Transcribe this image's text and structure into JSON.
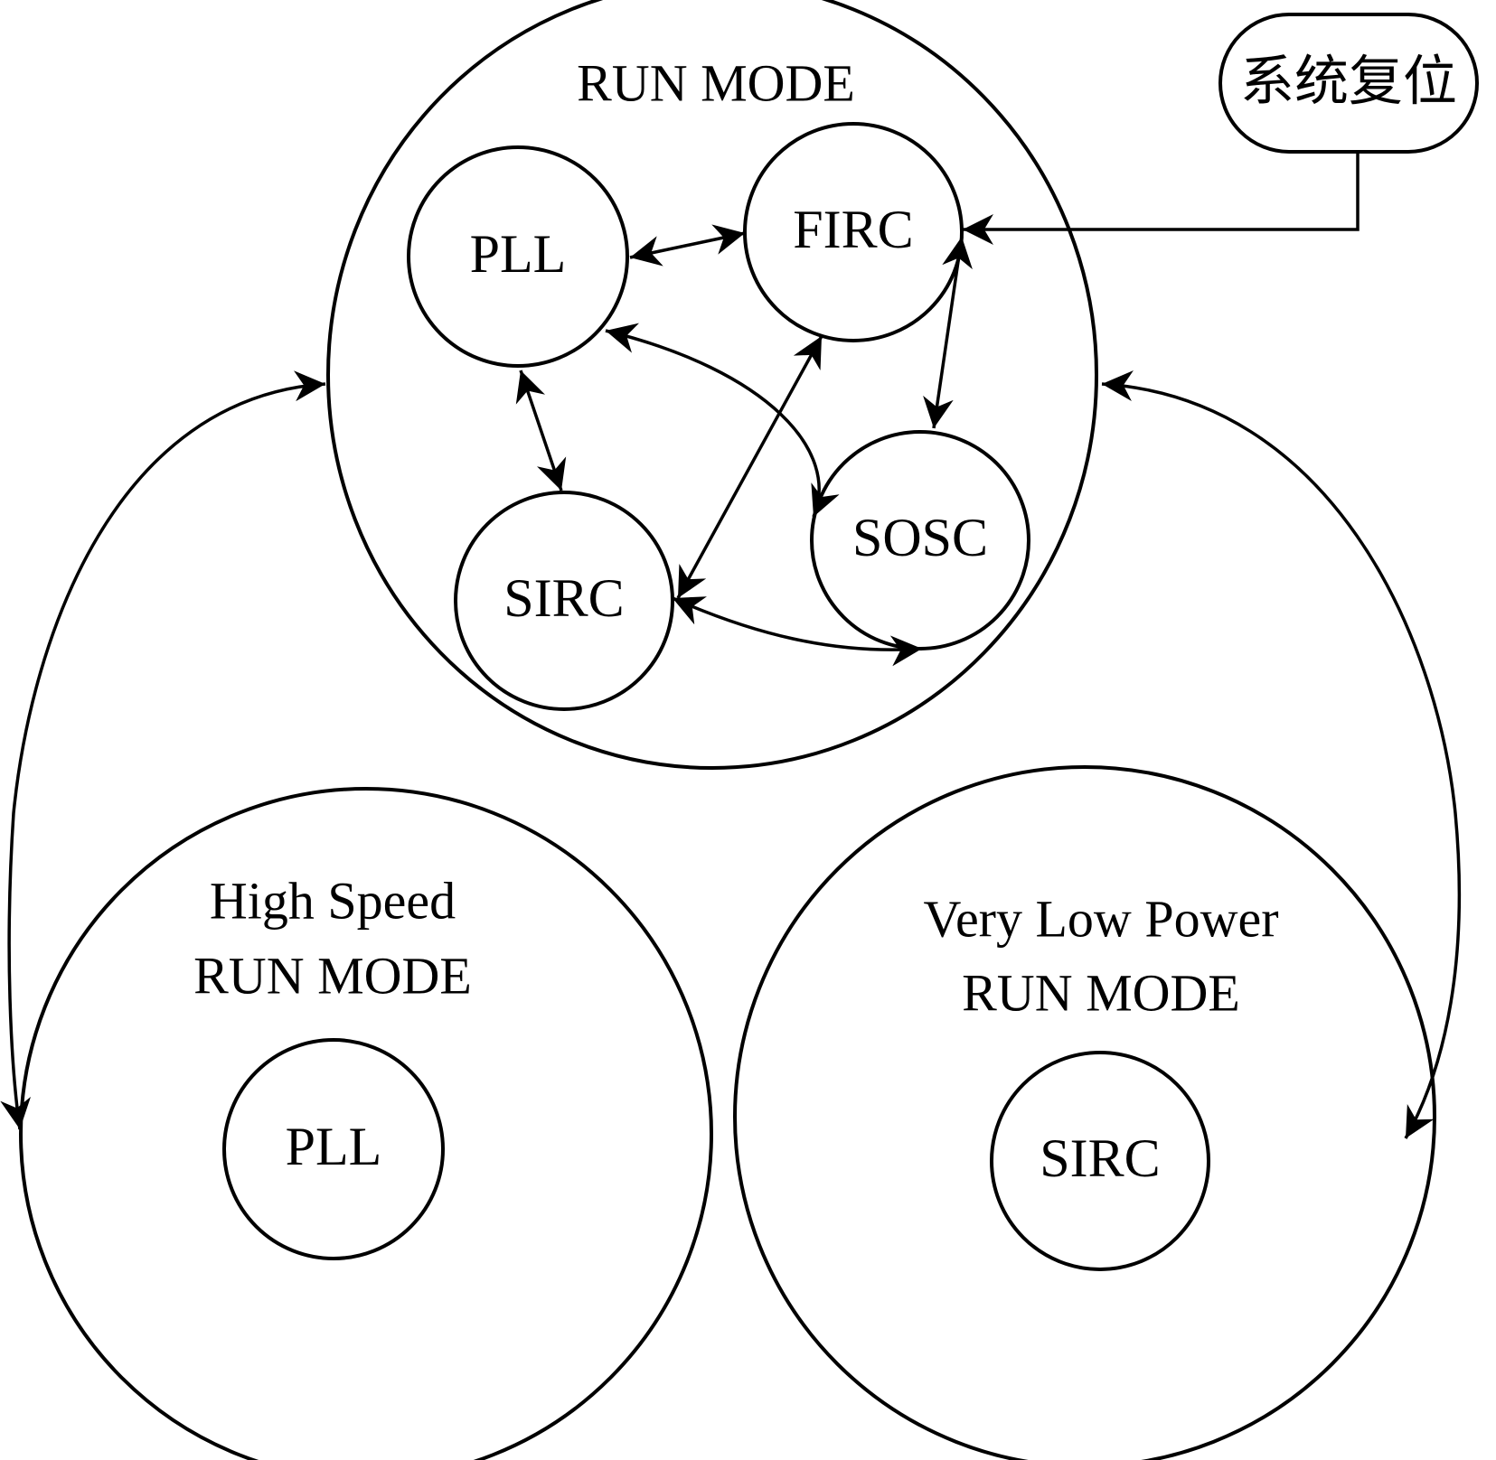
{
  "reset": {
    "label": "系统复位"
  },
  "run_mode": {
    "title": "RUN MODE",
    "nodes": {
      "pll": "PLL",
      "firc": "FIRC",
      "sirc": "SIRC",
      "sosc": "SOSC"
    }
  },
  "high_speed_mode": {
    "title_line1": "High Speed",
    "title_line2": "RUN MODE",
    "node": "PLL"
  },
  "vlp_mode": {
    "title_line1": "Very Low Power",
    "title_line2": "RUN MODE",
    "node": "SIRC"
  },
  "colors": {
    "stroke": "#000000",
    "background": "#ffffff"
  }
}
